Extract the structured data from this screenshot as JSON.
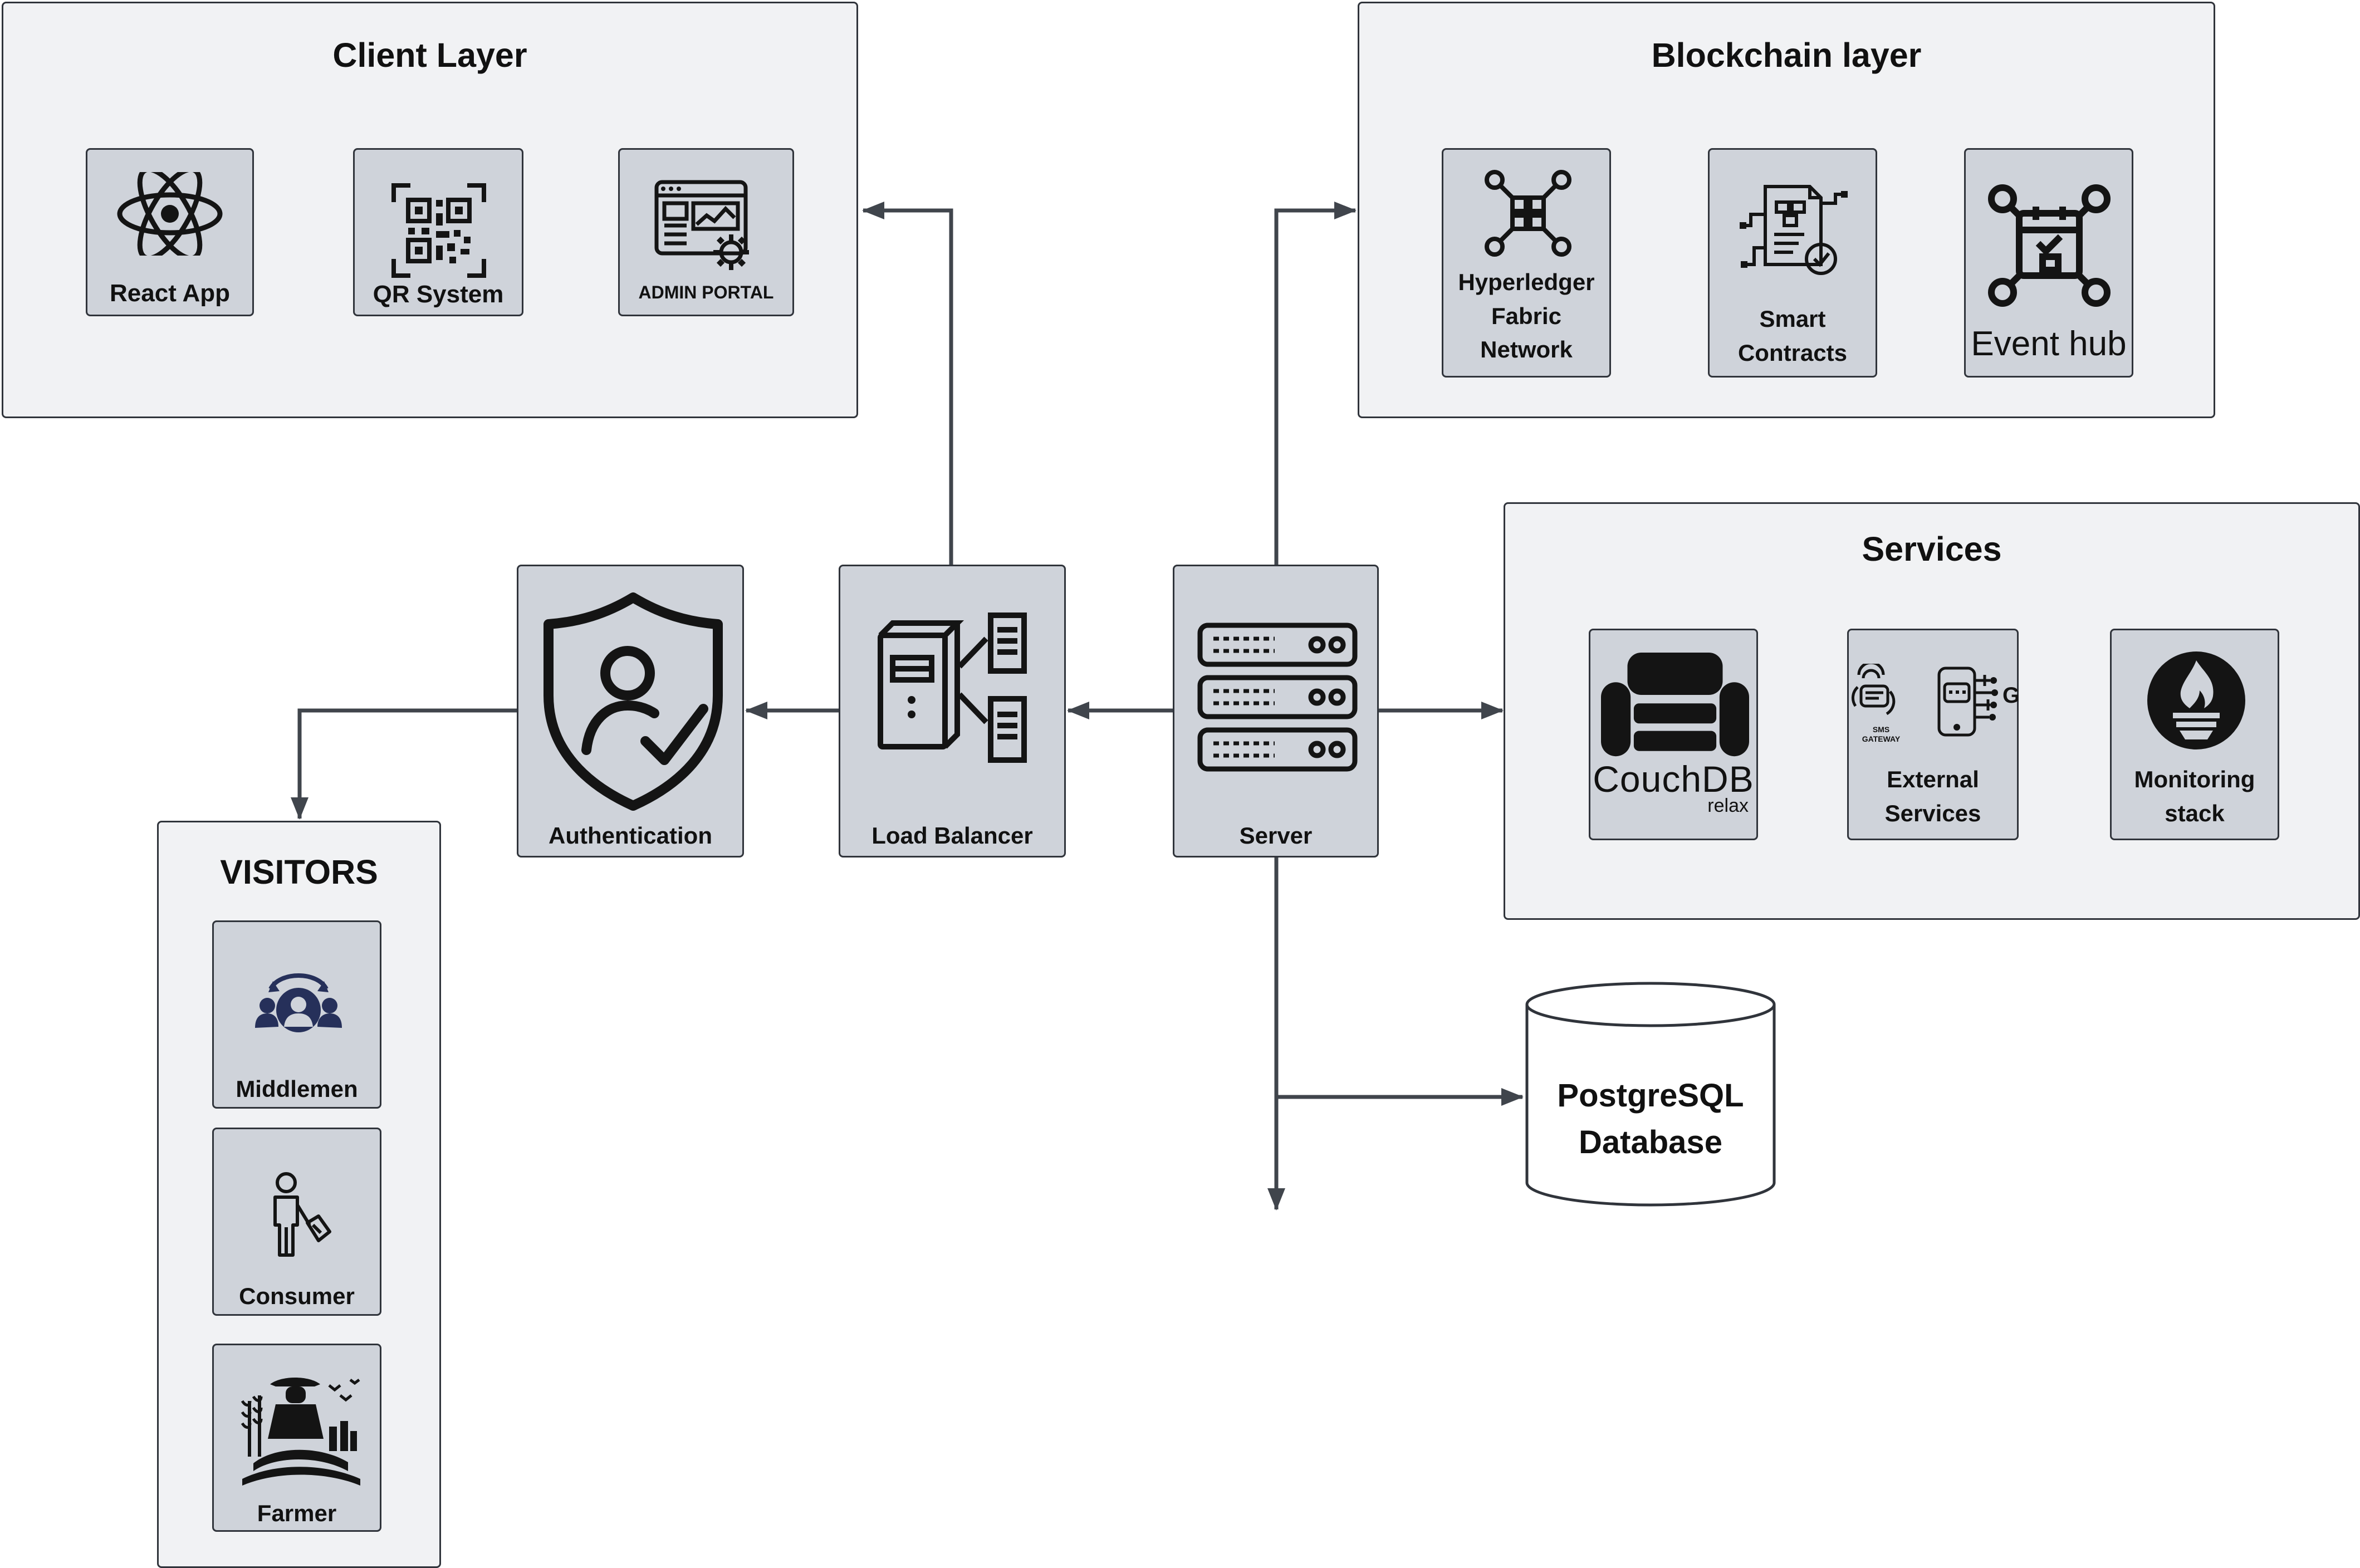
{
  "colors": {
    "panel": "#f1f2f4",
    "card": "#cfd3da",
    "stroke": "#30343b",
    "line": "#40454c",
    "icon_dark": "#141414",
    "icon_navy": "#26305a"
  },
  "client_layer": {
    "title": "Client Layer",
    "items": [
      {
        "label": "React App",
        "icon": "react-icon"
      },
      {
        "label": "QR System",
        "icon": "qr-code-icon"
      },
      {
        "label": "ADMIN PORTAL",
        "icon": "admin-dashboard-gear-icon"
      }
    ]
  },
  "blockchain_layer": {
    "title": "Blockchain layer",
    "items": [
      {
        "label_lines": [
          "Hyperledger",
          "Fabric",
          "Network"
        ],
        "icon": "network-nodes-icon"
      },
      {
        "label_lines": [
          "Smart",
          "Contracts"
        ],
        "icon": "contract-check-icon"
      },
      {
        "label": "Event hub",
        "icon": "calendar-hub-icon"
      }
    ]
  },
  "services": {
    "title": "Services",
    "items": [
      {
        "label": "CouchDB",
        "sublabel": "relax",
        "icon": "couch-icon"
      },
      {
        "label_lines": [
          "External",
          "Services"
        ],
        "icon": "sms-gateway-phone-icon",
        "icon_caption_lines": [
          "SMS",
          "GATEWAY"
        ]
      },
      {
        "label_lines": [
          "Monitoring",
          "stack"
        ],
        "icon": "torch-flame-icon"
      }
    ]
  },
  "core": {
    "authentication": {
      "label": "Authentication",
      "icon": "shield-user-check-icon"
    },
    "load_balancer": {
      "label": "Load Balancer",
      "icon": "load-balancer-servers-icon"
    },
    "server": {
      "label": "Server",
      "icon": "server-rack-icon"
    }
  },
  "database": {
    "label_lines": [
      "PostgreSQL",
      "Database"
    ]
  },
  "visitors": {
    "title": "VISITORS",
    "items": [
      {
        "label": "Middlemen",
        "icon": "people-cycle-icon"
      },
      {
        "label": "Consumer",
        "icon": "person-shopping-bag-icon"
      },
      {
        "label": "Farmer",
        "icon": "farmer-field-icon"
      }
    ]
  }
}
